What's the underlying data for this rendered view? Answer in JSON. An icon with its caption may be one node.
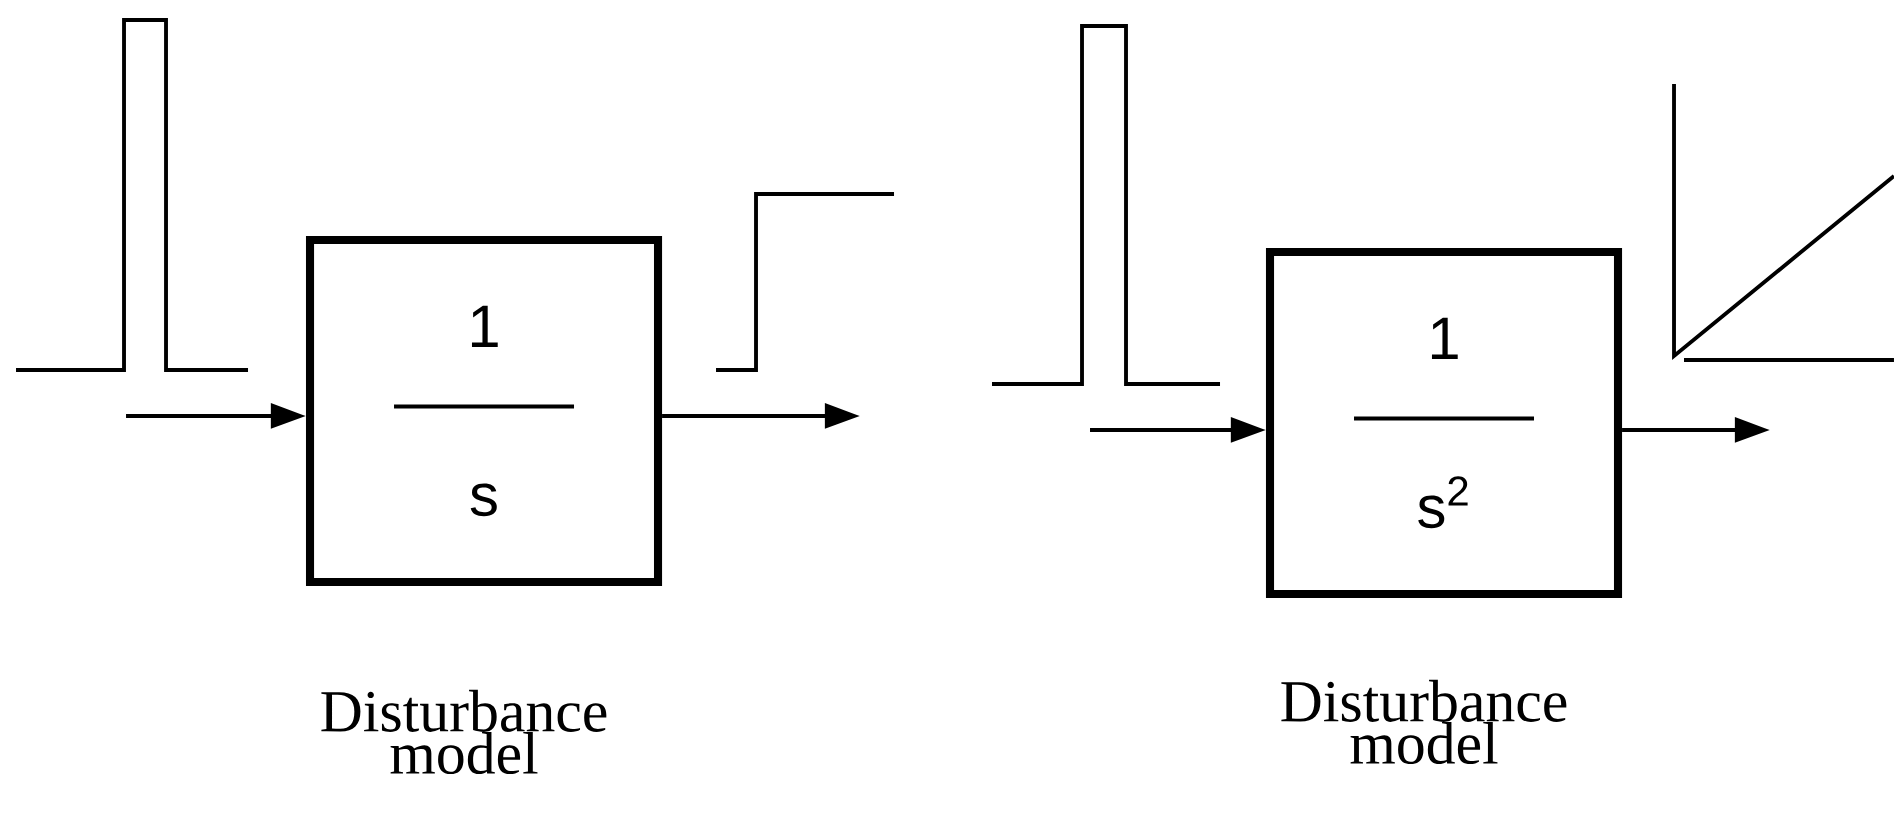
{
  "diagram": {
    "nodes": [
      {
        "text": [
          "1",
          "s"
        ],
        "beside": [
          "Disturbance model"
        ]
      },
      {
        "text": [
          "1",
          "s$^{2}$"
        ],
        "beside": [
          "Disturbance model"
        ]
      }
    ],
    "edges": [
      {
        "from": null,
        "to": 0,
        "arrow": "to"
      },
      {
        "from": 0,
        "to": null,
        "arrow": "to"
      },
      {
        "from": null,
        "to": 1,
        "arrow": "to"
      },
      {
        "from": 1,
        "to": null,
        "arrow": "to"
      }
    ]
  }
}
